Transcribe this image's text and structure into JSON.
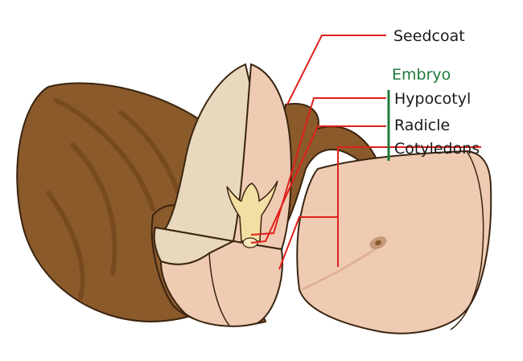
{
  "labels": {
    "seedcoat": "Seedcoat",
    "embryo": "Embryo",
    "hypocotyl": "Hypocotyl",
    "radicle": "Radicle",
    "cotyledons": "Cotyledons"
  },
  "colors": {
    "seedcoat_brown": "#8a5a2b",
    "seedcoat_dark": "#6b3f17",
    "cotyledon_pink": "#efcbb3",
    "cotyledon_shade": "#e2b195",
    "cotyledon_light": "#e8d8bd",
    "embryo_yellow": "#f3dfa3",
    "leader_red": "#e0201b",
    "embryo_green": "#1f7a3a"
  }
}
